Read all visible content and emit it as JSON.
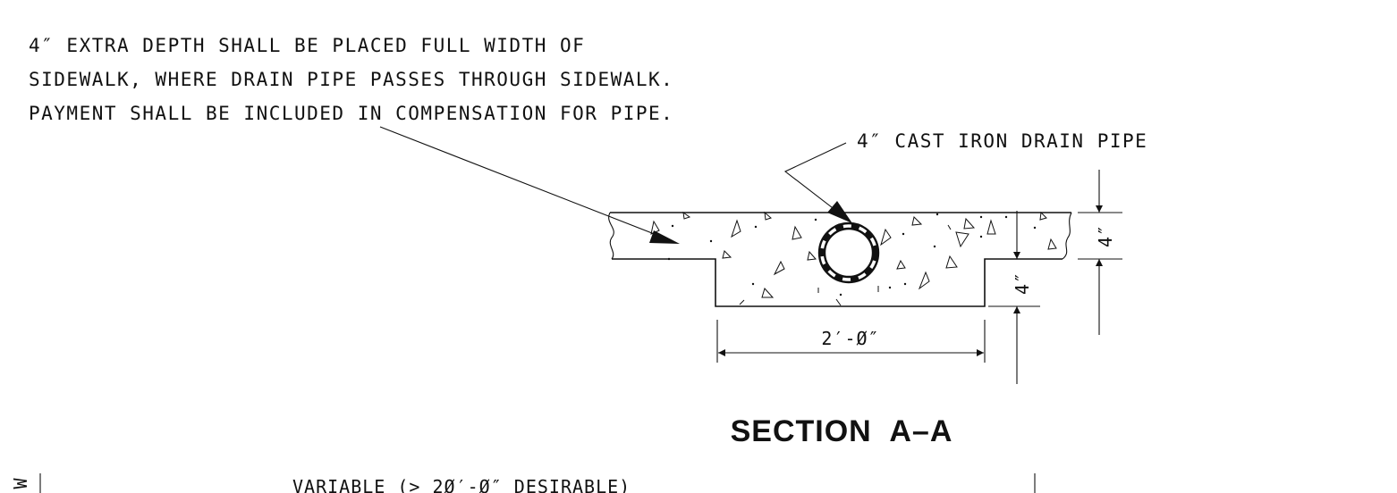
{
  "note": {
    "line1": "4″ EXTRA DEPTH SHALL BE PLACED FULL WIDTH OF",
    "line2": "SIDEWALK, WHERE DRAIN PIPE PASSES THROUGH SIDEWALK.",
    "line3": "PAYMENT SHALL BE INCLUDED IN COMPENSATION FOR PIPE."
  },
  "pipe_label": "4″ CAST IRON DRAIN PIPE",
  "dimensions": {
    "slab_thickness": "4″",
    "extra_depth": "4″",
    "trench_width": "2′-Ø″"
  },
  "section_title": "SECTION  A–A",
  "bottom": {
    "left_mark": "W",
    "variable_label": "VARIABLE (> 2Ø′-Ø″ DESIRABLE)"
  }
}
